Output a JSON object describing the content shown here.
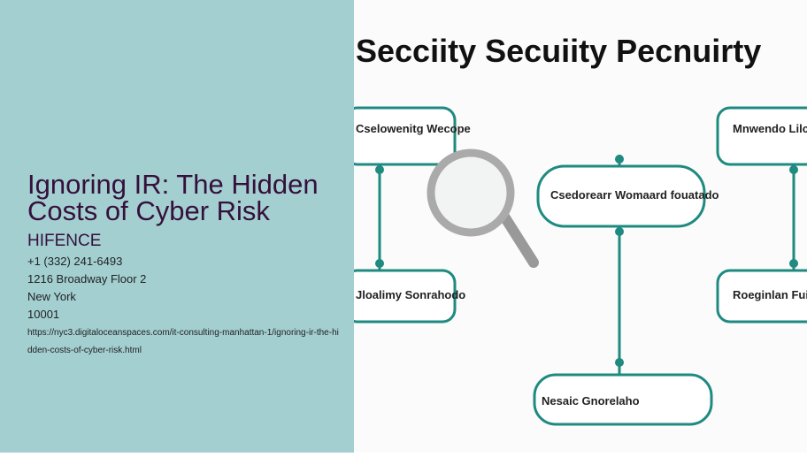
{
  "title": "Ignoring IR: The Hidden Costs of Cyber Risk",
  "company": "HIFENCE",
  "phone": "+1 (332) 241-6493",
  "address": "1216 Broadway Floor 2",
  "city": "New York",
  "zip": "10001",
  "url": "https://nyc3.digitaloceanspaces.com/it-consulting-manhattan-1/ignoring-ir-the-hidden-costs-of-cyber-risk.html",
  "image": {
    "heading": "Secciity Secuiity Pecnuirty",
    "boxes": [
      "Cselowenitg Wecope",
      "Csedorearr Womaard fouatado",
      "Mnwendo Lilcaro",
      "Jloalimy Sonrahodo",
      "Roeginlan Fuiadot",
      "Nesaic Gnorelaho"
    ]
  },
  "colors": {
    "panel": "#a3cfd1",
    "title": "#35103c",
    "teal": "#1e8a80"
  }
}
